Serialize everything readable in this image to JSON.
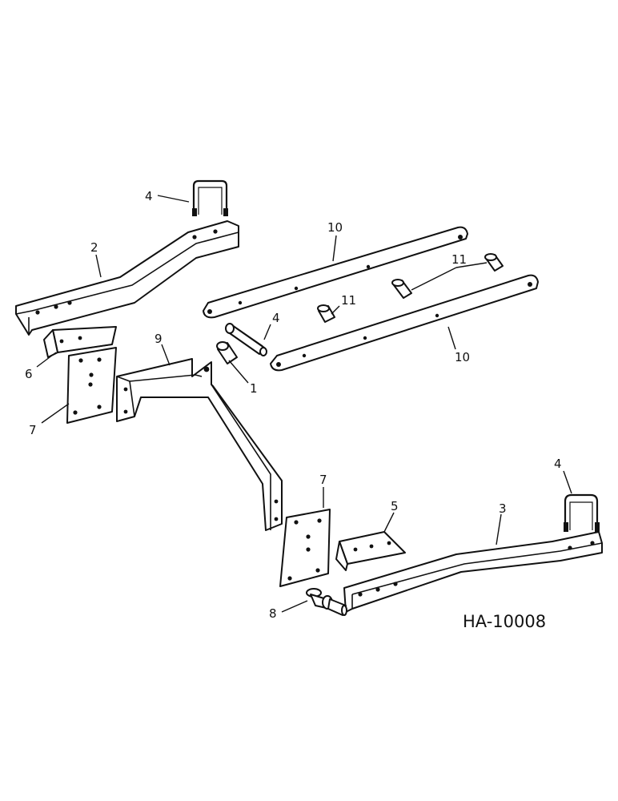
{
  "diagram": {
    "drawing_number": "HA-10008",
    "callouts": {
      "c1": "1",
      "c2": "2",
      "c3": "3",
      "c4_top": "4",
      "c4_mid": "4",
      "c4_right": "4",
      "c5": "5",
      "c6": "6",
      "c7_left": "7",
      "c7_right": "7",
      "c8": "8",
      "c9": "9",
      "c10_top": "10",
      "c10_bottom": "10",
      "c11_mid": "11",
      "c11_right": "11"
    }
  }
}
